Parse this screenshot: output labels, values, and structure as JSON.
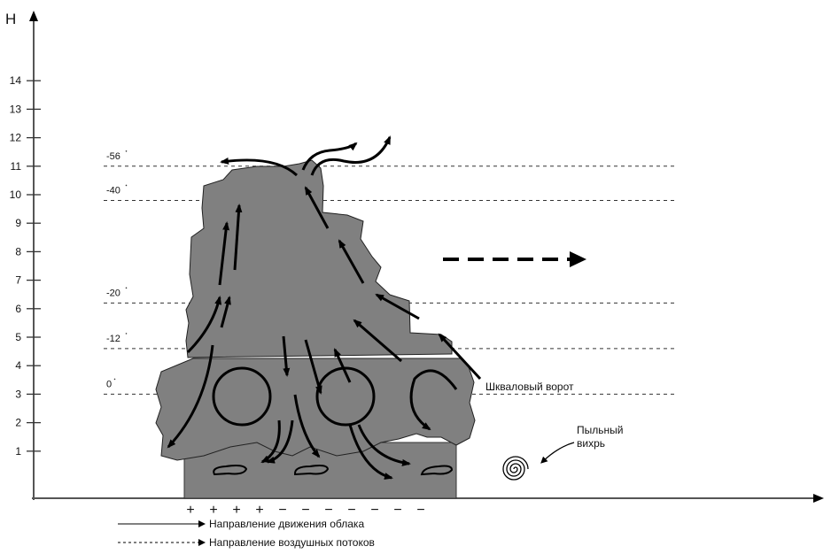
{
  "axis": {
    "y_label": "H",
    "y_ticks": [
      "1",
      "2",
      "3",
      "4",
      "5",
      "6",
      "7",
      "8",
      "9",
      "10",
      "11",
      "12",
      "13",
      "14"
    ]
  },
  "isotherms": [
    {
      "label": "-56",
      "height": 11.0
    },
    {
      "label": "-40",
      "height": 9.8
    },
    {
      "label": "-20",
      "height": 6.2
    },
    {
      "label": "-12",
      "height": 4.6
    },
    {
      "label": "0",
      "height": 3.0
    }
  ],
  "charges": [
    "+",
    "+",
    "+",
    "+",
    "−",
    "−",
    "−",
    "−",
    "−",
    "−",
    "−"
  ],
  "annotations": {
    "squall": "Шкваловый ворот",
    "dust_devil_line1": "Пыльный",
    "dust_devil_line2": "вихрь"
  },
  "legend": [
    {
      "style": "solid",
      "label": "Направление движения облака"
    },
    {
      "style": "dashed",
      "label": "Направление воздушных потоков"
    }
  ],
  "colors": {
    "cloud": "#808080",
    "ink": "#000000",
    "axis": "#555555"
  }
}
